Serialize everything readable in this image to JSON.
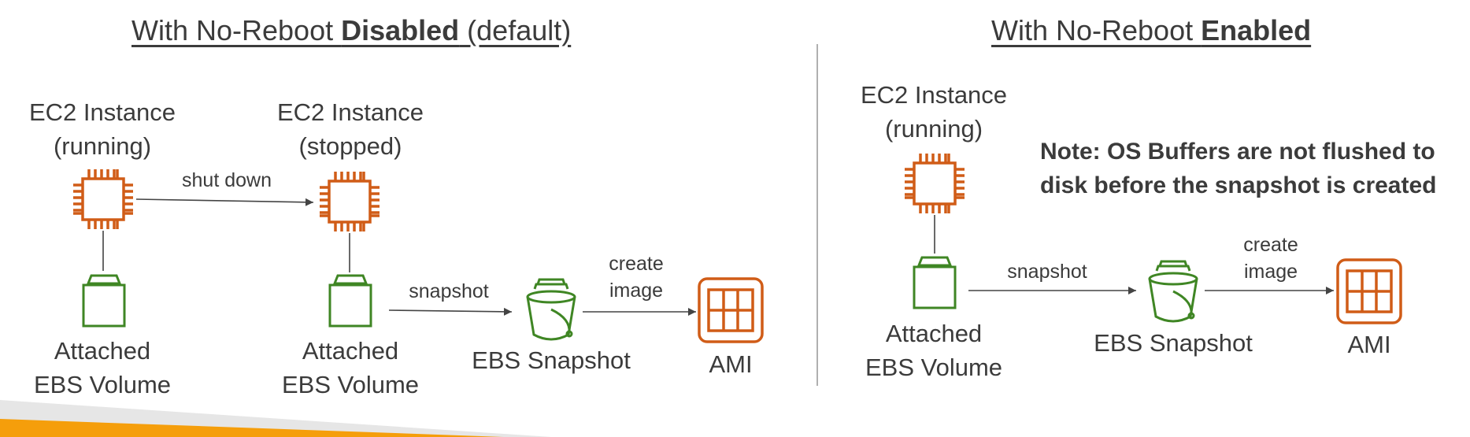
{
  "left_panel": {
    "title_prefix": "With No-Reboot ",
    "title_bold": "Disabled",
    "title_suffix": " (default)",
    "instance_running_line1": "EC2 Instance",
    "instance_running_line2": "(running)",
    "instance_stopped_line1": "EC2 Instance",
    "instance_stopped_line2": "(stopped)",
    "shutdown_label": "shut down",
    "volume1_line1": "Attached",
    "volume1_line2": "EBS Volume",
    "volume2_line1": "Attached",
    "volume2_line2": "EBS Volume",
    "snapshot_edge_label": "snapshot",
    "snapshot_label": "EBS Snapshot",
    "create_image_line1": "create",
    "create_image_line2": "image",
    "ami_label": "AMI"
  },
  "right_panel": {
    "title_prefix": "With No-Reboot ",
    "title_bold": "Enabled",
    "instance_line1": "EC2 Instance",
    "instance_line2": "(running)",
    "note_line1": "Note: OS Buffers are not flushed to",
    "note_line2": "disk before the snapshot is created",
    "volume_line1": "Attached",
    "volume_line2": "EBS Volume",
    "snapshot_edge_label": "snapshot",
    "snapshot_label": "EBS Snapshot",
    "create_image_line1": "create",
    "create_image_line2": "image",
    "ami_label": "AMI"
  },
  "colors": {
    "ec2_orange": "#d05c17",
    "ebs_green": "#3f8624",
    "text": "#3b3b3b",
    "arrow": "#444444",
    "divider": "#b0b0b0",
    "banner_orange": "#f59e0b",
    "banner_gray": "#e6e6e6"
  },
  "icons": {
    "ec2": "chip-icon",
    "volume": "ebs-volume-icon",
    "snapshot": "bucket-icon",
    "ami": "ami-grid-icon"
  }
}
